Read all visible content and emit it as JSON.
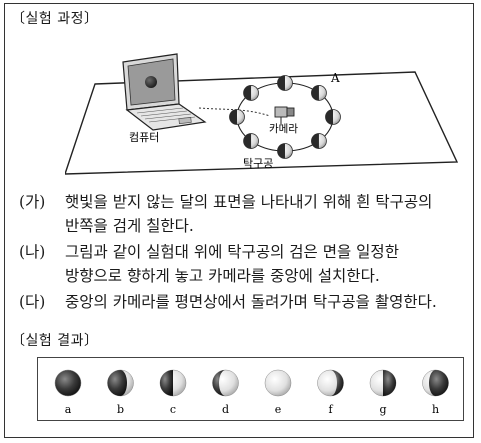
{
  "process": {
    "heading": "〔실험 과정〕",
    "labels": {
      "computer": "컴퓨터",
      "camera": "카메라",
      "balls": "탁구공",
      "position_a": "A"
    },
    "steps": [
      {
        "label": "(가)",
        "line1": "햇빛을 받지 않는 달의 표면을 나타내기 위해 흰 탁구공의",
        "line2": "반쪽을 검게 칠한다."
      },
      {
        "label": "(나)",
        "line1": "그림과 같이 실험대 위에 탁구공의 검은 면을 일정한",
        "line2": "방향으로 향하게 놓고 카메라를 중앙에 설치한다."
      },
      {
        "label": "(다)",
        "line1": "중앙의 카메라를 평면상에서 돌려가며 탁구공을 촬영한다.",
        "line2": ""
      }
    ]
  },
  "results": {
    "heading": "〔실험 결과〕",
    "photos": [
      {
        "label": "a",
        "dark_fraction": 1.0,
        "dark_side": "full"
      },
      {
        "label": "b",
        "dark_fraction": 0.75,
        "dark_side": "left"
      },
      {
        "label": "c",
        "dark_fraction": 0.5,
        "dark_side": "left"
      },
      {
        "label": "d",
        "dark_fraction": 0.25,
        "dark_side": "left"
      },
      {
        "label": "e",
        "dark_fraction": 0.0,
        "dark_side": "none"
      },
      {
        "label": "f",
        "dark_fraction": 0.25,
        "dark_side": "right"
      },
      {
        "label": "g",
        "dark_fraction": 0.5,
        "dark_side": "right"
      },
      {
        "label": "h",
        "dark_fraction": 0.75,
        "dark_side": "right"
      }
    ]
  }
}
